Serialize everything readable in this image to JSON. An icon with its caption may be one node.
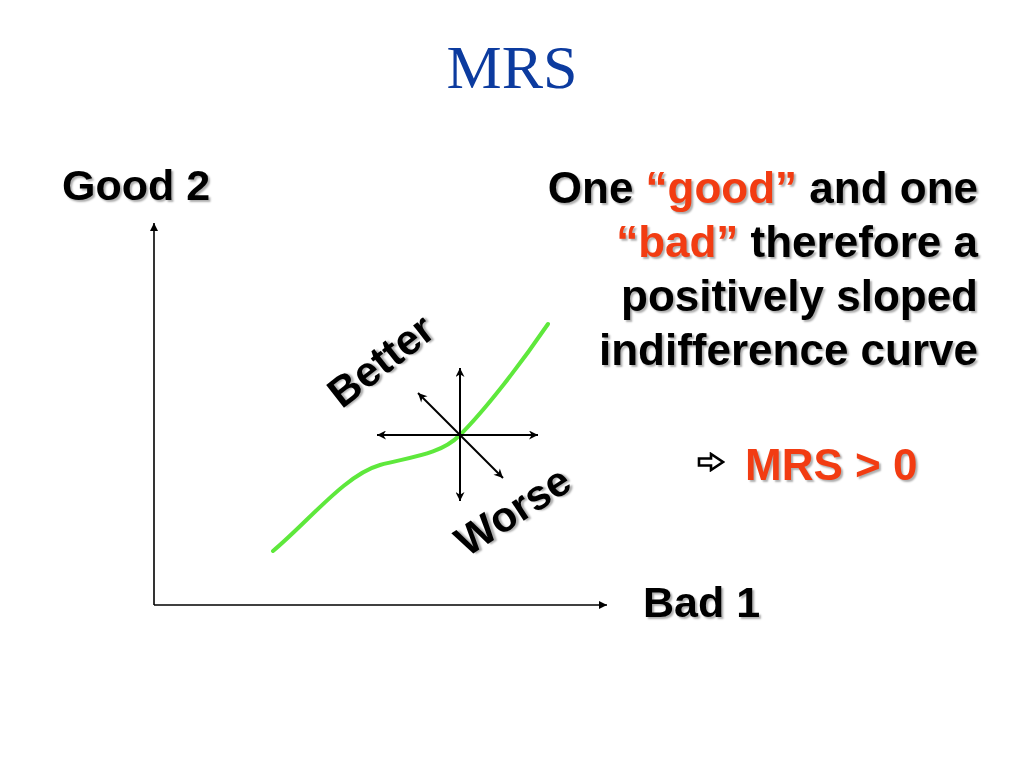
{
  "diagram": {
    "title": "MRS",
    "labels": [
      "Good 2",
      "One **“good”** and one **“bad”** therefore a positively sloped indifference curve",
      "Better",
      "MRS > 0",
      "Worse",
      "Bad 1"
    ]
  }
}
